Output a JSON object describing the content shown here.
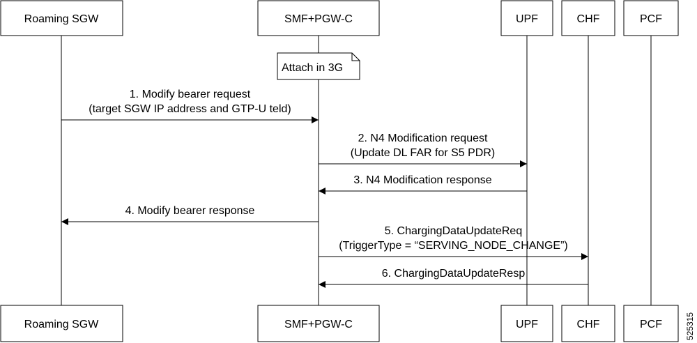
{
  "participants": [
    {
      "id": "roaming-sgw",
      "label": "Roaming SGW"
    },
    {
      "id": "smf-pgw-c",
      "label": "SMF+PGW-C"
    },
    {
      "id": "upf",
      "label": "UPF"
    },
    {
      "id": "chf",
      "label": "CHF"
    },
    {
      "id": "pcf",
      "label": "PCF"
    }
  ],
  "note": {
    "text": "Attach in 3G",
    "on": "smf-pgw-c"
  },
  "messages": [
    {
      "from": "roaming-sgw",
      "to": "smf-pgw-c",
      "lines": [
        "1. Modify bearer request",
        "(target SGW IP address and GTP-U teld)"
      ]
    },
    {
      "from": "smf-pgw-c",
      "to": "upf",
      "lines": [
        "2. N4 Modification request",
        "(Update DL FAR for S5 PDR)"
      ]
    },
    {
      "from": "upf",
      "to": "smf-pgw-c",
      "lines": [
        "3. N4 Modification response"
      ]
    },
    {
      "from": "smf-pgw-c",
      "to": "roaming-sgw",
      "lines": [
        "4. Modify bearer response"
      ]
    },
    {
      "from": "smf-pgw-c",
      "to": "chf",
      "lines": [
        "5. ChargingDataUpdateReq",
        "(TriggerType = “SERVING_NODE_CHANGE”)"
      ]
    },
    {
      "from": "chf",
      "to": "smf-pgw-c",
      "lines": [
        "6. ChargingDataUpdateResp"
      ]
    }
  ],
  "figure_id": "525315"
}
